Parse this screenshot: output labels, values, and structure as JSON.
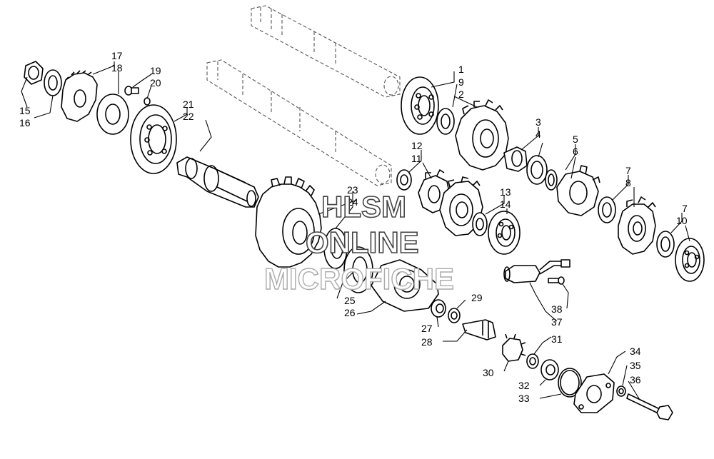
{
  "diagram": {
    "callouts": {
      "c1": "1",
      "c9": "9",
      "c2": "2",
      "c3": "3",
      "c4": "4",
      "c5": "5",
      "c6": "6",
      "c7a": "7",
      "c8": "8",
      "c7b": "7",
      "c10": "10",
      "c12": "12",
      "c11": "11",
      "c13": "13",
      "c14": "14",
      "c15": "15",
      "c16": "16",
      "c17": "17",
      "c18": "18",
      "c19": "19",
      "c20": "20",
      "c21": "21",
      "c22": "22",
      "c23": "23",
      "c24": "24",
      "c25": "25",
      "c26": "26",
      "c27": "27",
      "c28": "28",
      "c29": "29",
      "c30": "30",
      "c31": "31",
      "c32": "32",
      "c33": "33",
      "c34": "34",
      "c35": "35",
      "c36": "36",
      "c37": "37",
      "c38": "38"
    },
    "watermark": {
      "line1": "HLSM",
      "line2": "ONLINE",
      "line3": "MICROFICHE"
    }
  }
}
